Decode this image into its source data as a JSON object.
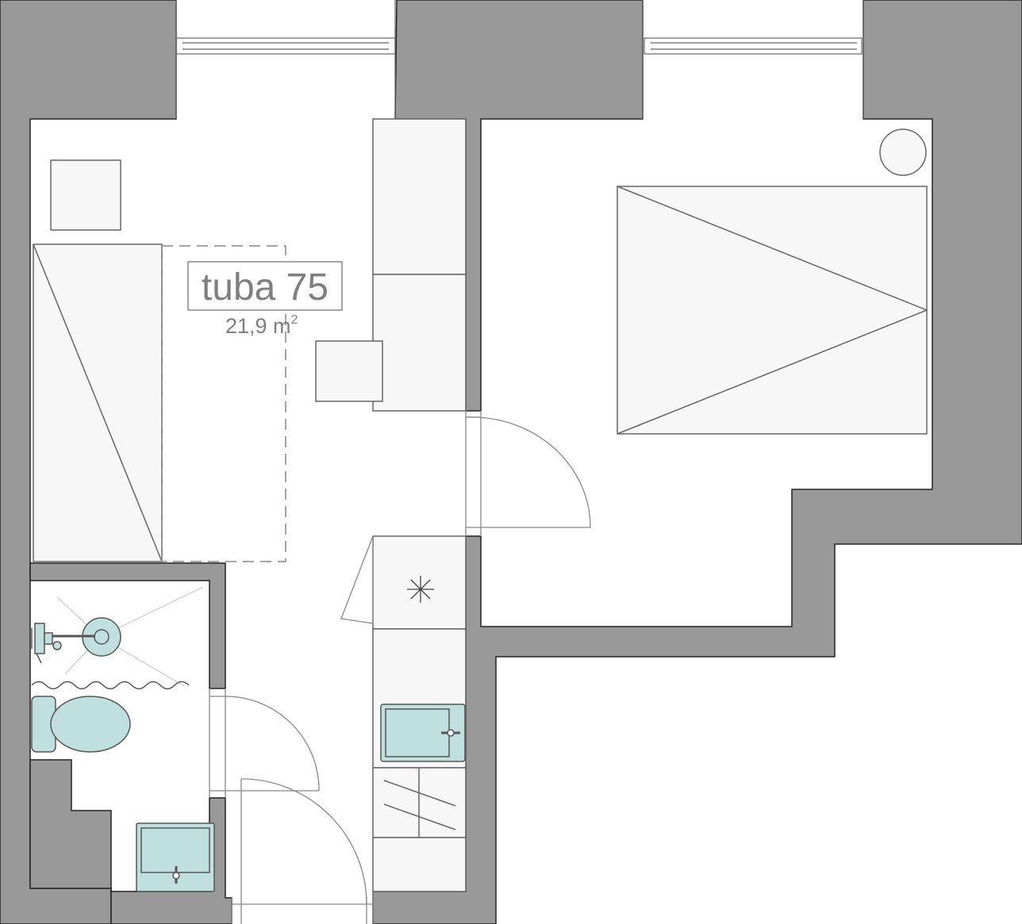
{
  "plan": {
    "unit_name": "tuba 75",
    "area_value": "21,9 m",
    "area_superscript": "2"
  },
  "colors": {
    "wall": "#999999",
    "furniture_fill": "#f7f7f7",
    "line": "#666666",
    "light_line": "#9a9a9a",
    "sanitary_fill": "#bfe0de",
    "label_text": "#7f7f7f"
  },
  "icons": {
    "hob": "asterisk-icon",
    "shower": "shower-head-icon",
    "toilet": "toilet-icon",
    "kitchen_sink": "sink-icon",
    "washbasin": "washbasin-icon"
  }
}
